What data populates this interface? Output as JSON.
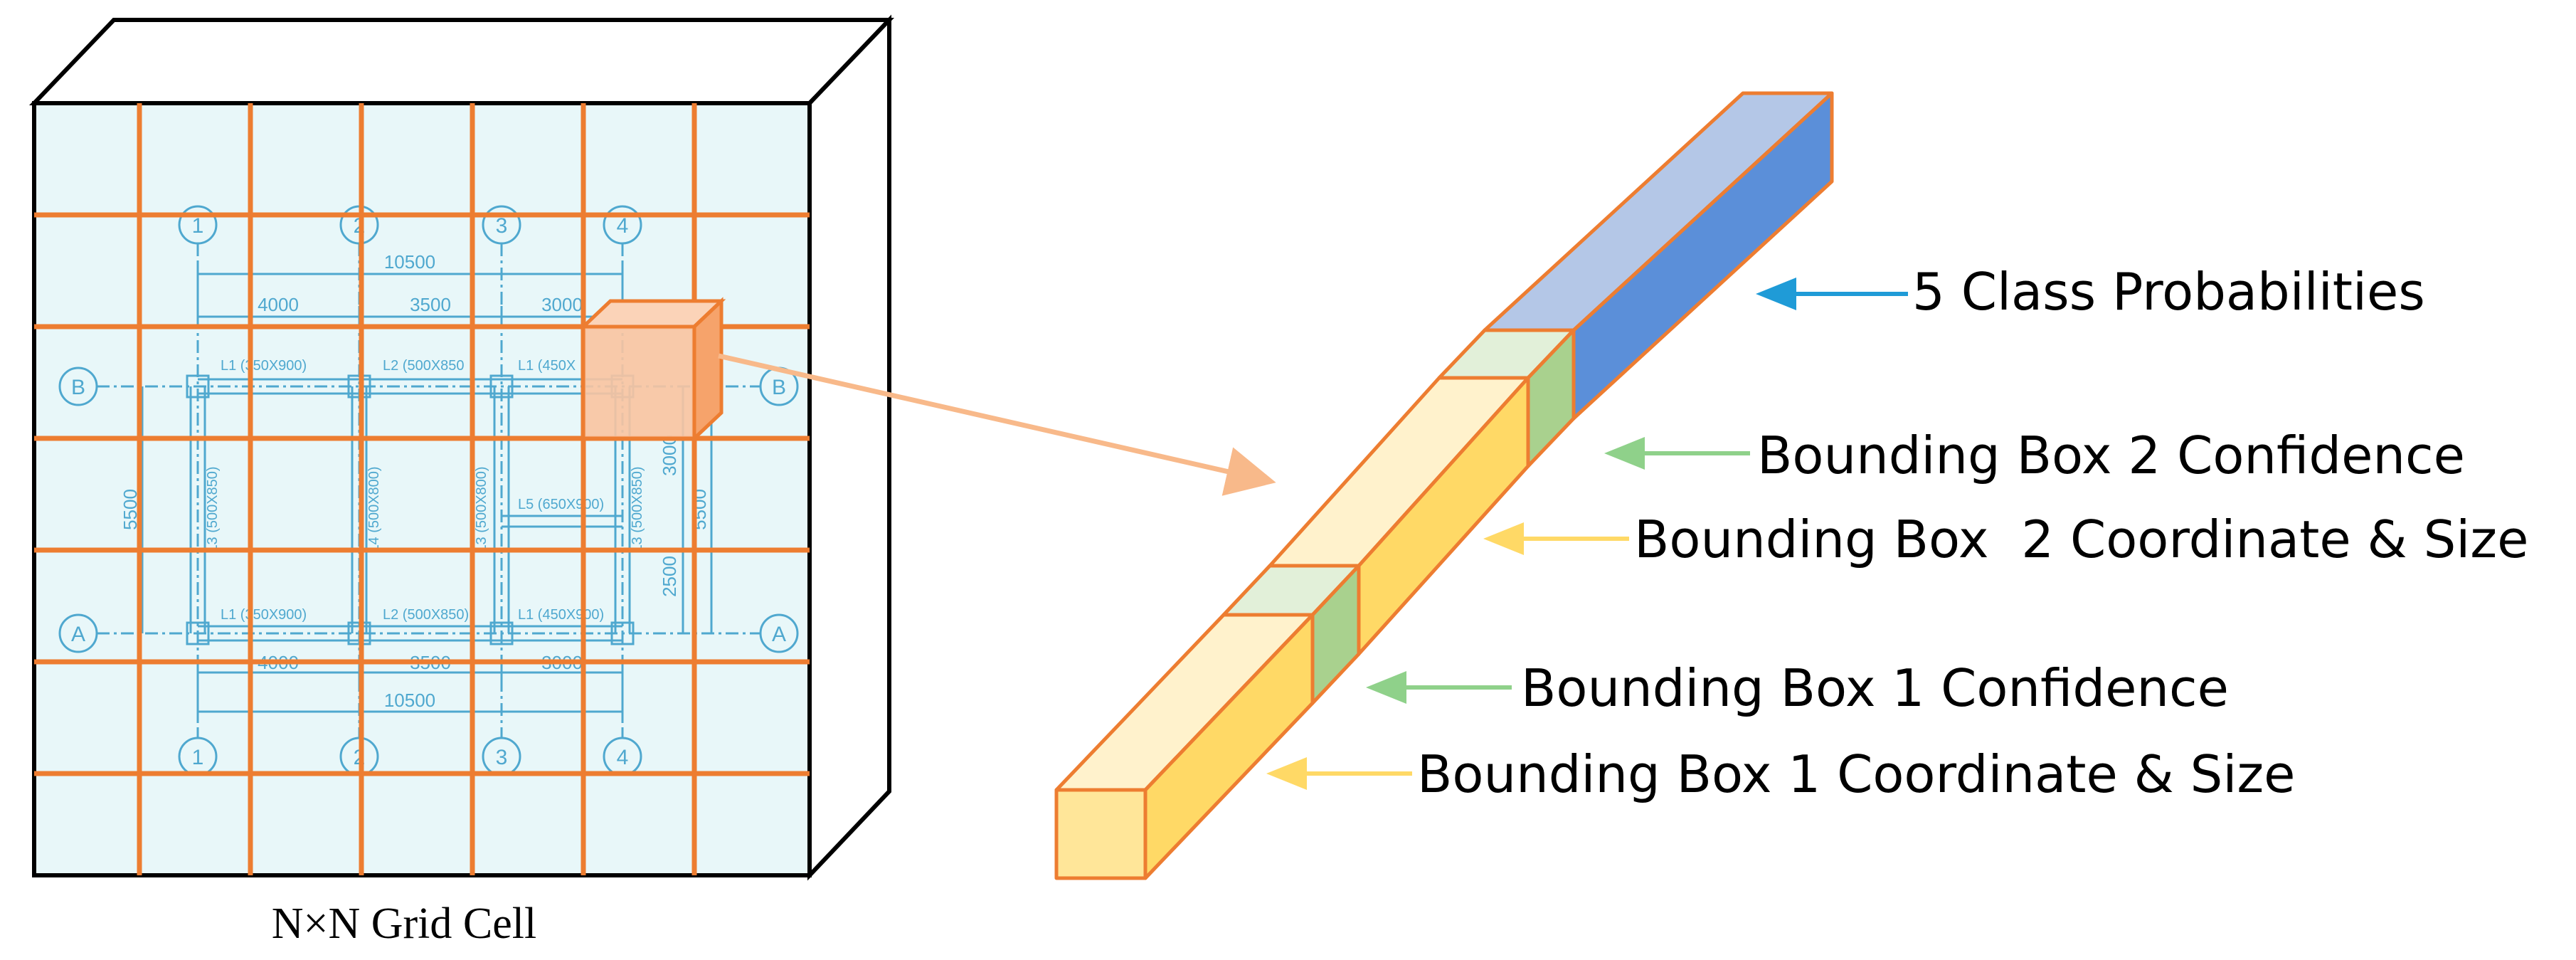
{
  "grid": {
    "caption": "N×N Grid Cell",
    "columns": [
      "1",
      "2",
      "3",
      "4"
    ],
    "rows": [
      "B",
      "A"
    ],
    "dimensions": {
      "total_top": "10500",
      "total_bottom": "10500",
      "spans_top": [
        "4000",
        "3500",
        "3000"
      ],
      "spans_bottom": [
        "4000",
        "3500",
        "3000"
      ],
      "right_lower": "2500",
      "right_upper": "3000",
      "right_total": "5500",
      "left_total": "5500"
    },
    "beams": {
      "top_1": "L1 (350X900)",
      "top_2": "L2 (500X850",
      "top_3": "L1 (450X",
      "bottom_1": "L1 (350X900)",
      "bottom_2": "L2 (500X850)",
      "bottom_3": "L1 (450X900)",
      "mid": "L5 (650X900)",
      "vert_1": "L3 (500X850)",
      "vert_2": "L4 (500X800)",
      "vert_3": "L3 (500X800)",
      "vert_4": "L3 (500X850)"
    }
  },
  "vector": {
    "labels": {
      "class_probabilities": "5 Class Probabilities",
      "bbox2_confidence": "Bounding Box 2 Confidence",
      "bbox2_coord": "Bounding Box  2 Coordinate & Size",
      "bbox1_confidence": "Bounding Box 1 Confidence",
      "bbox1_coord": "Bounding Box 1 Coordinate & Size"
    }
  },
  "colors": {
    "grid_line": "#ED7D31",
    "cell_fill": "#E8F7F9",
    "blueprint": "#4FA8CF",
    "highlight_cell": "#F9C3A0",
    "coord_front": "#FFD966",
    "coord_top": "#FFF2CC",
    "conf_front": "#A9D18E",
    "conf_top": "#E2F0D9",
    "class_front": "#5B8FD9",
    "class_top": "#B4C7E7",
    "arrow_blue": "#1F9BD7",
    "arrow_green": "#8FD18A",
    "arrow_yellow": "#FFD966",
    "arrow_peach": "#F8B98A"
  }
}
